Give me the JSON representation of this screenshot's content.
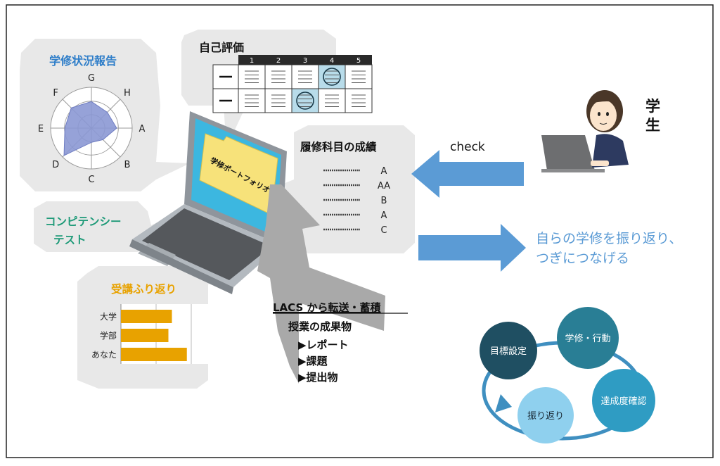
{
  "radar_panel": {
    "title": "学修状況報告",
    "axis_labels": [
      "G",
      "H",
      "A",
      "B",
      "C",
      "D",
      "E",
      "F"
    ],
    "chart_data": {
      "type": "radar",
      "categories": [
        "G",
        "H",
        "A",
        "B",
        "C",
        "D",
        "E",
        "F"
      ],
      "values": [
        0.65,
        0.55,
        0.62,
        0.4,
        0.35,
        0.95,
        0.65,
        0.7
      ],
      "range": [
        0,
        1
      ]
    },
    "color": "#8b98d4"
  },
  "self_eval": {
    "title": "自己評価",
    "columns": [
      "1",
      "2",
      "3",
      "4",
      "5"
    ],
    "selected": [
      4,
      3
    ]
  },
  "grades": {
    "title": "履修科目の成績",
    "items": [
      "A",
      "AA",
      "B",
      "A",
      "C"
    ]
  },
  "portfolio_label": "学修ポートフォリオ",
  "competency": {
    "line1": "コンピテンシー",
    "line2": "テスト",
    "color": "#1e9a78"
  },
  "reflection": {
    "title": "受講ふり返り",
    "color": "#e8a200",
    "chart_data": {
      "type": "bar",
      "categories": [
        "大学",
        "学部",
        "あなた"
      ],
      "values": [
        0.58,
        0.54,
        0.75
      ],
      "range": [
        0,
        1
      ]
    }
  },
  "lacs": {
    "title": "LACS から転送・蓄積",
    "subtitle": "授業の成果物",
    "items": [
      "▶レポート",
      "▶課題",
      "▶提出物"
    ]
  },
  "check_label": "check",
  "student_label": [
    "学",
    "生"
  ],
  "reflect_message": [
    "自らの学修を振り返り、",
    "つぎにつなげる"
  ],
  "cycle": {
    "steps": [
      {
        "label": "目標設定",
        "color": "#1f4f62"
      },
      {
        "label": "学修・行動",
        "color": "#297e95"
      },
      {
        "label": "達成度確認",
        "color": "#2f9cc3"
      },
      {
        "label": "振り返り",
        "color": "#8fd0ee"
      }
    ]
  },
  "colors": {
    "arrow": "#5b9bd5",
    "panel": "#e8e8e8",
    "message": "#5b9bd5",
    "title_blue": "#2f7ec9"
  }
}
